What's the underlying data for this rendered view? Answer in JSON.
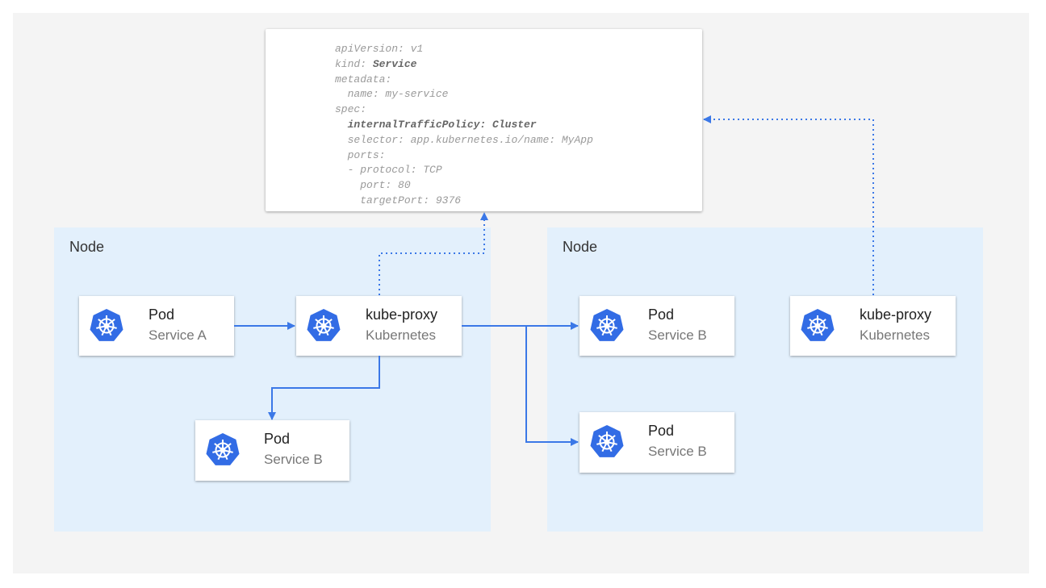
{
  "yaml": {
    "lines": [
      {
        "indent": 0,
        "key": "apiVersion:",
        "val": " v1",
        "bold": false
      },
      {
        "indent": 0,
        "key": "kind:",
        "val": " Service",
        "bold": "val"
      },
      {
        "indent": 0,
        "key": "metadata:",
        "val": "",
        "bold": false
      },
      {
        "indent": 2,
        "key": "name:",
        "val": " my-service",
        "bold": false
      },
      {
        "indent": 0,
        "key": "spec:",
        "val": "",
        "bold": false
      },
      {
        "indent": 2,
        "key": "internalTrafficPolicy:",
        "val": " Cluster",
        "bold": "all"
      },
      {
        "indent": 2,
        "key": "selector:",
        "val": " app.kubernetes.io/name: MyApp",
        "bold": false
      },
      {
        "indent": 2,
        "key": "ports:",
        "val": "",
        "bold": false
      },
      {
        "indent": 2,
        "key": "- protocol:",
        "val": " TCP",
        "bold": false
      },
      {
        "indent": 4,
        "key": "port:",
        "val": " 80",
        "bold": false
      },
      {
        "indent": 4,
        "key": "targetPort:",
        "val": " 9376",
        "bold": false
      }
    ]
  },
  "nodes": [
    {
      "label": "Node"
    },
    {
      "label": "Node"
    }
  ],
  "cards": [
    {
      "title": "Pod",
      "subtitle": "Service A",
      "icon": "kubernetes-icon"
    },
    {
      "title": "kube-proxy",
      "subtitle": "Kubernetes",
      "icon": "kubernetes-icon"
    },
    {
      "title": "Pod",
      "subtitle": "Service B",
      "icon": "kubernetes-icon"
    },
    {
      "title": "Pod",
      "subtitle": "Service B",
      "icon": "kubernetes-icon"
    },
    {
      "title": "kube-proxy",
      "subtitle": "Kubernetes",
      "icon": "kubernetes-icon"
    },
    {
      "title": "Pod",
      "subtitle": "Service B",
      "icon": "kubernetes-icon"
    }
  ],
  "colors": {
    "accent": "#3b78e7",
    "node_bg": "#e3f0fc",
    "icon": "#326ce5"
  }
}
